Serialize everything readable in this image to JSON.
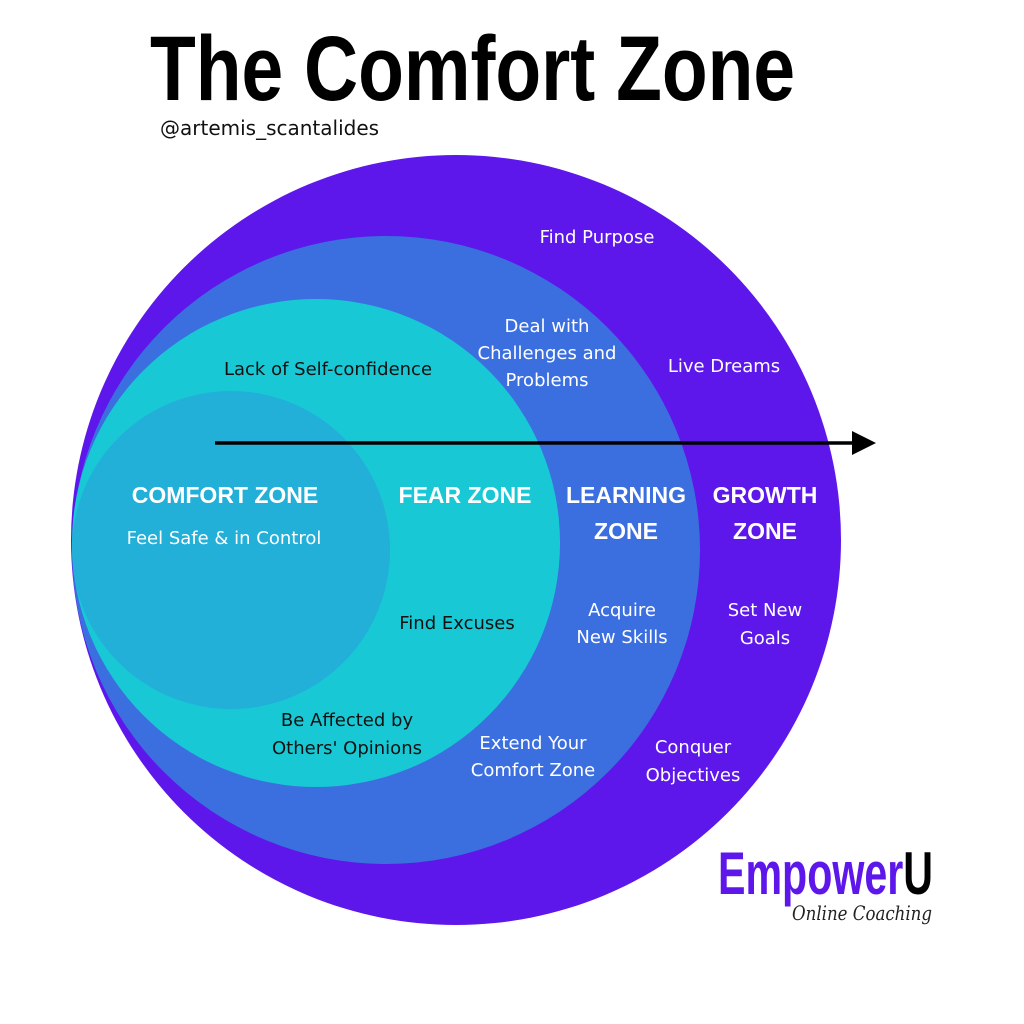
{
  "title": "The Comfort Zone",
  "handle": "@artemis_scantalides",
  "colors": {
    "growth": "#5e17eb",
    "learning": "#3b6fe0",
    "fear": "#18c9d5",
    "comfort": "#22afd8",
    "arrow": "#000000"
  },
  "zones": {
    "comfort": {
      "name": "COMFORT ZONE",
      "items": [
        "Feel Safe & in Control"
      ]
    },
    "fear": {
      "name": "FEAR ZONE",
      "items": [
        "Lack of Self-confidence",
        "Find Excuses",
        "Be Affected by",
        "Others' Opinions"
      ]
    },
    "learning": {
      "name_line1": "LEARNING",
      "name_line2": "ZONE",
      "items": [
        "Deal with",
        "Challenges and",
        "Problems",
        "Acquire",
        "New Skills",
        "Extend Your",
        "Comfort Zone"
      ]
    },
    "growth": {
      "name_line1": "GROWTH",
      "name_line2": "ZONE",
      "items": [
        "Find Purpose",
        "Live Dreams",
        "Set New",
        "Goals",
        "Conquer",
        "Objectives"
      ]
    }
  },
  "logo": {
    "brand_main": "Empower",
    "brand_end": "U",
    "tagline": "Online Coaching"
  }
}
